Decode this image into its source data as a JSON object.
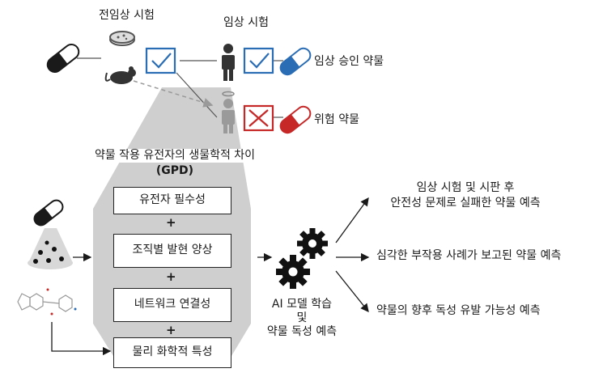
{
  "top": {
    "preclinical_label": "전임상 시험",
    "clinical_label": "임상 시험",
    "approved_label": "임상 승인 약물",
    "risky_label": "위험 약물"
  },
  "gpd": {
    "title_line1": "약물 작용 유전자의 생물학적 차이",
    "title_line2": "(GPD)"
  },
  "features": [
    {
      "label": "유전자 필수성"
    },
    {
      "label": "조직별 발현 양상"
    },
    {
      "label": "네트워크 연결성"
    },
    {
      "label": "물리 화학적 특성"
    }
  ],
  "plus_sign": "+",
  "model": {
    "line1": "AI 모델 학습",
    "line2": "및",
    "line3": "약물 독성 예측"
  },
  "predictions": [
    {
      "line1": "임상 시험 및 시판 후",
      "line2": "안전성 문제로 실패한 약물 예측"
    },
    {
      "line1": "심각한 부작용 사례가 보고된 약물 예측"
    },
    {
      "line1": "약물의 향후 독성 유발 가능성 예측"
    }
  ],
  "colors": {
    "approved_blue": "#2a6db5",
    "risky_red": "#c62828",
    "checkbox_blue": "#2a6db5",
    "xbox_red": "#c62828",
    "funnel_gray": "#cfcfcf",
    "dark": "#1a1a1a"
  },
  "icons": [
    "capsule-icon",
    "petri-dish-icon",
    "mouse-icon",
    "checkbox-icon",
    "person-icon",
    "angel-person-icon",
    "x-box-icon",
    "powder-icon",
    "molecule-icon",
    "gears-icon"
  ]
}
